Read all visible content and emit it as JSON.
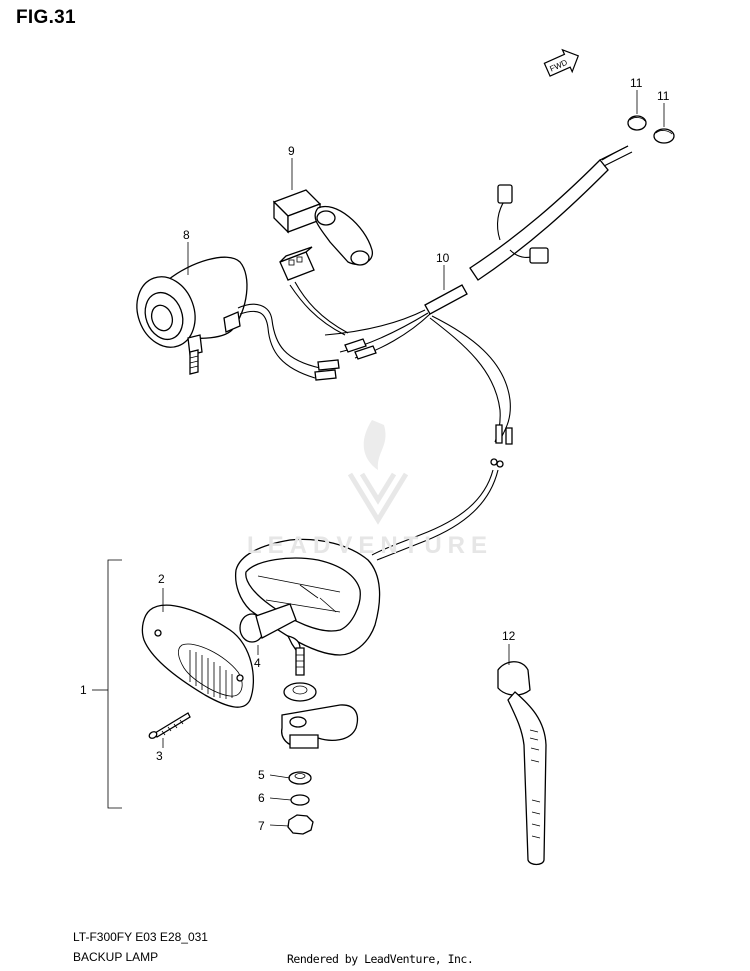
{
  "figure": {
    "title": "FIG.31",
    "code": "LT-F300FY E03 E28_031",
    "name": "BACKUP LAMP",
    "credit": "Rendered by LeadVenture, Inc.",
    "watermark": "LEADVENTURE",
    "fwd_label": "FWD"
  },
  "callouts": [
    "1",
    "2",
    "3",
    "4",
    "5",
    "6",
    "7",
    "8",
    "9",
    "10",
    "11",
    "11",
    "12"
  ]
}
